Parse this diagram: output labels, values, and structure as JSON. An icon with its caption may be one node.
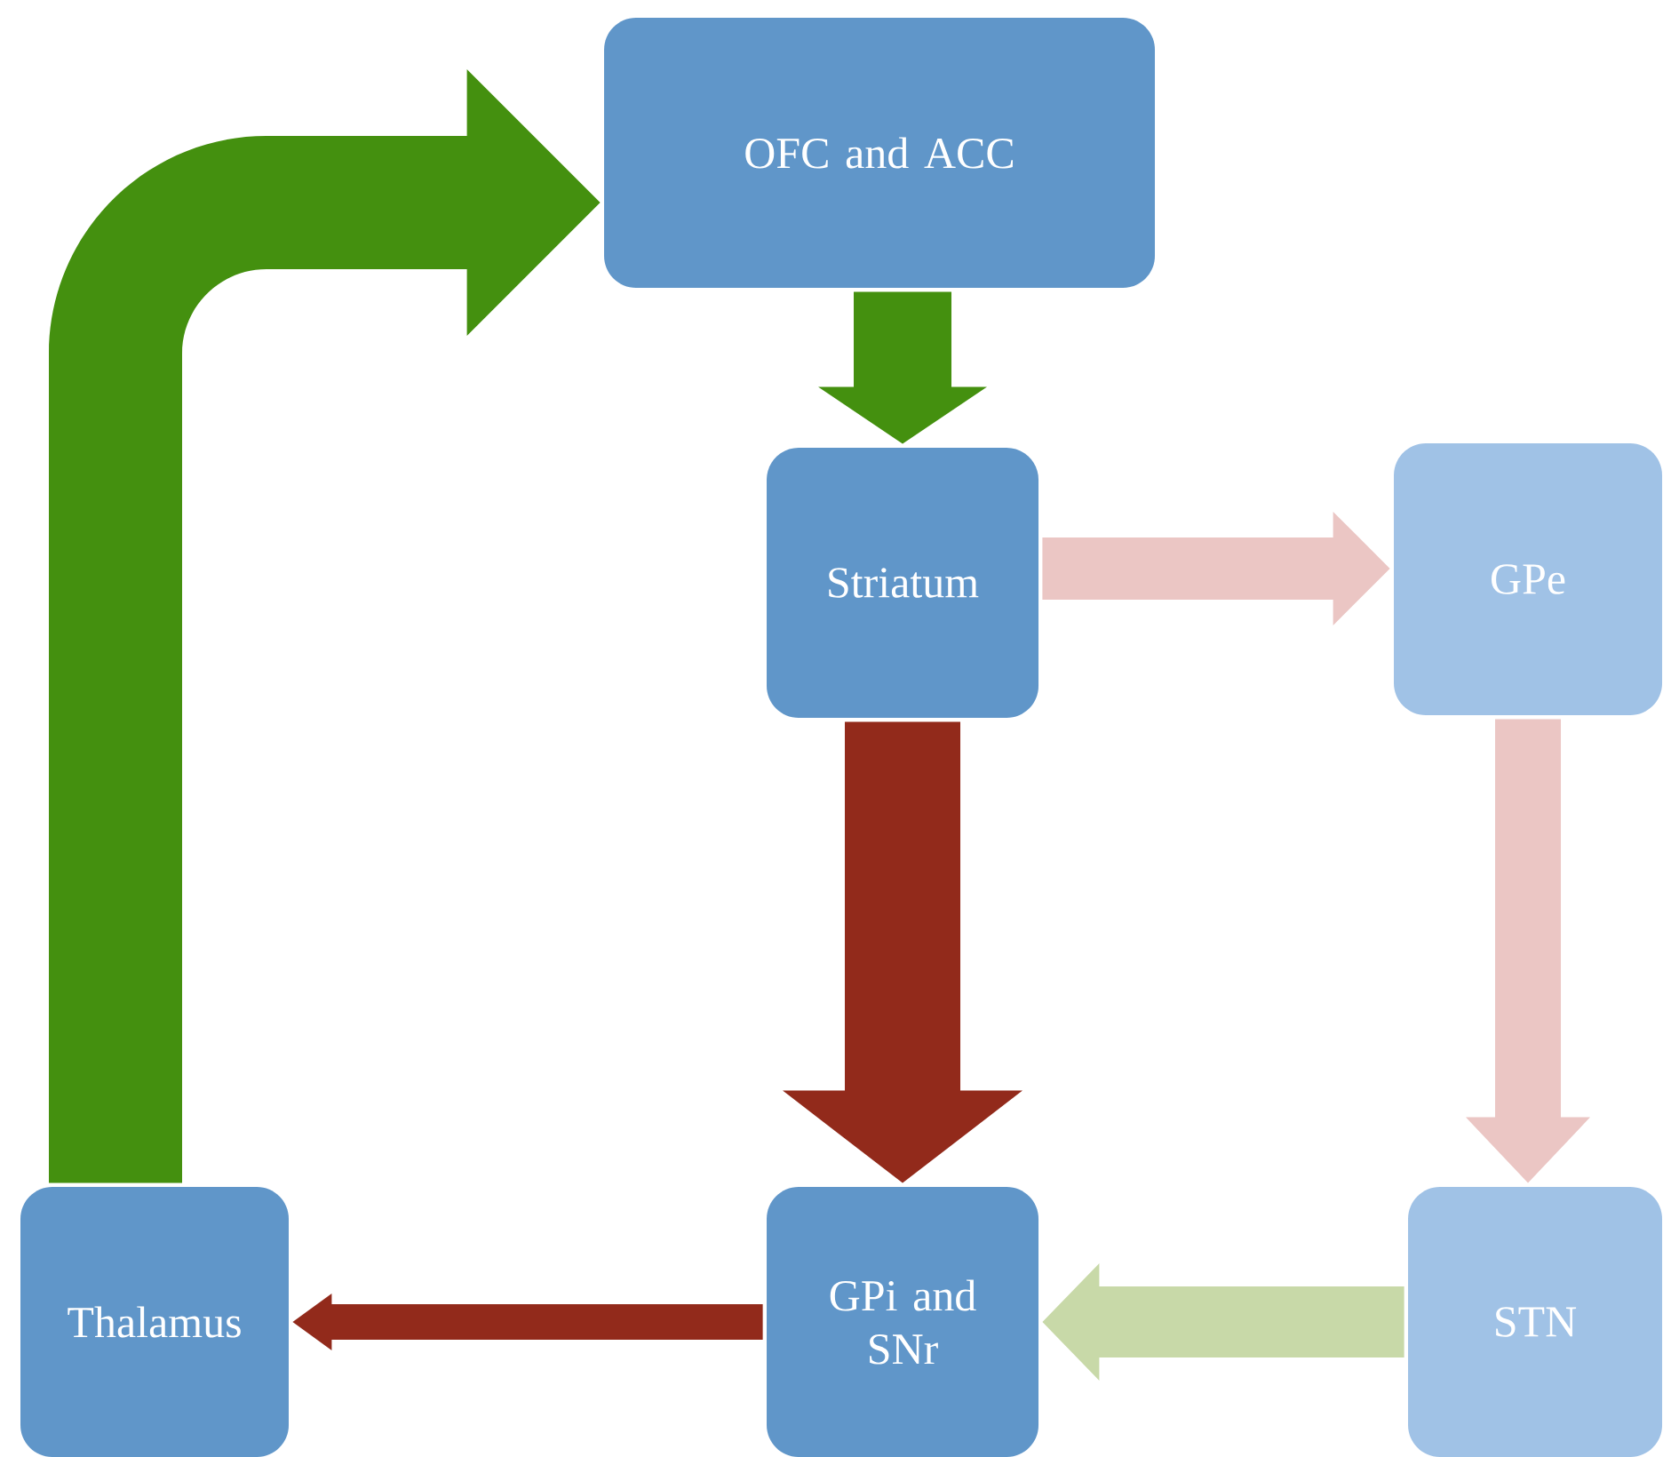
{
  "diagram": {
    "nodes": [
      {
        "text": [
          "OFC and ACC"
        ]
      },
      {
        "text": [
          "Striatum"
        ]
      },
      {
        "text": [
          "GPe"
        ]
      },
      {
        "text": [
          "Thalamus"
        ]
      },
      {
        "text": [
          "GPi and SNr"
        ]
      },
      {
        "text": [
          "STN"
        ]
      }
    ],
    "edges": [
      {
        "from": 3,
        "to": 0,
        "arrow": "to",
        "style": "thick",
        "color": "#44900f"
      },
      {
        "from": 0,
        "to": 1,
        "arrow": "to",
        "style": "thick",
        "color": "#44900f"
      },
      {
        "from": 1,
        "to": 2,
        "arrow": "to",
        "style": "thick",
        "color": "#ebc6c4"
      },
      {
        "from": 1,
        "to": 4,
        "arrow": "to",
        "style": "thick",
        "color": "#922a1b"
      },
      {
        "from": 2,
        "to": 5,
        "arrow": "to",
        "style": "thick",
        "color": "#ebc6c4"
      },
      {
        "from": 5,
        "to": 4,
        "arrow": "to",
        "style": "thick",
        "color": "#c8d9a8"
      },
      {
        "from": 4,
        "to": 3,
        "arrow": "to",
        "style": "thick",
        "color": "#922a1b"
      }
    ]
  }
}
